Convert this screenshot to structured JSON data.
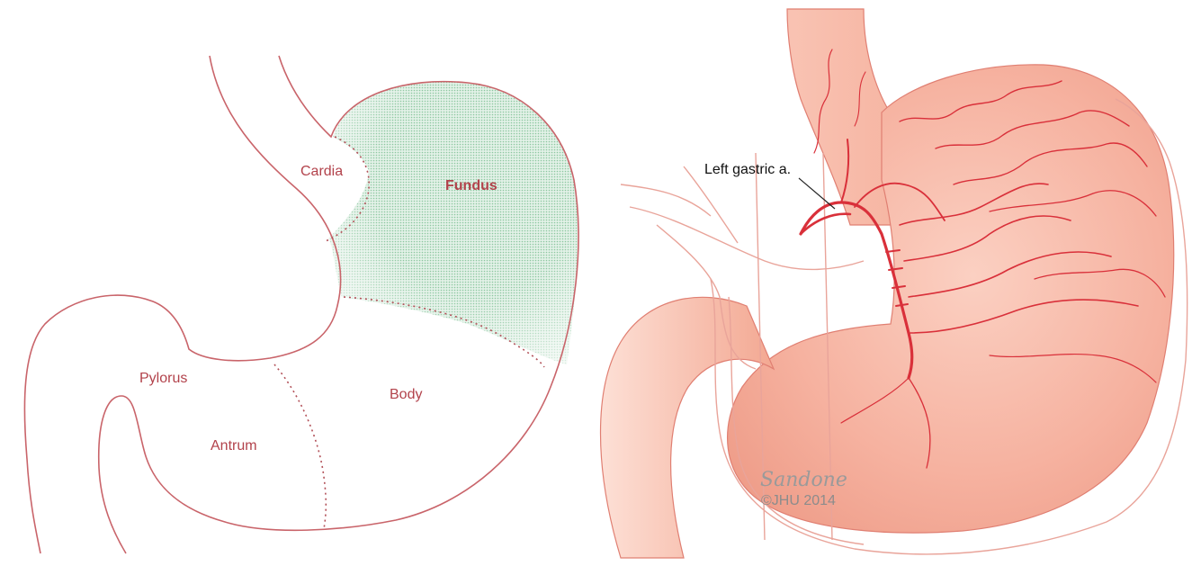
{
  "left_diagram": {
    "labels": {
      "cardia": "Cardia",
      "fundus": "Fundus",
      "pylorus": "Pylorus",
      "body": "Body",
      "antrum": "Antrum"
    },
    "outline_color": "#c9646a",
    "label_color": "#b2424b",
    "fundus_fill_color": "#a9d7b8"
  },
  "right_illustration": {
    "callout": "Left gastric a.",
    "signature": "Sandone",
    "copyright": "©JHU 2014",
    "vessel_color": "#d9303a",
    "tissue_color": "#f6b9a8"
  }
}
